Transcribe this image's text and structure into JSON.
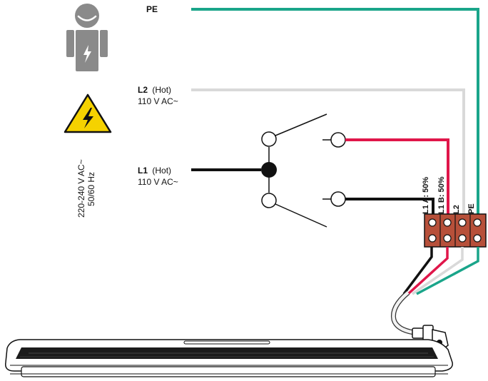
{
  "colors": {
    "pe_wire": "#1aa58a",
    "l2_wire": "#d9d9d9",
    "l1_wire": "#111111",
    "b_wire": "#e0164a",
    "terminal_block": "#b7503a",
    "warning_yellow": "#f5d200",
    "person_gray": "#8a8a8a"
  },
  "icons": [
    "electrician-person-icon",
    "high-voltage-warning-icon"
  ],
  "voltage_note": {
    "line1": "220-240 V AC~",
    "line2": "50/60 Hz"
  },
  "wires": {
    "pe": {
      "label": "PE"
    },
    "l2": {
      "label": "L2",
      "qualifier": "(Hot)",
      "voltage": "110 V AC~"
    },
    "l1": {
      "label": "L1",
      "qualifier": "(Hot)",
      "voltage": "110 V AC~"
    }
  },
  "terminals": [
    {
      "id": "l1-a",
      "label": "L1 A: 50%"
    },
    {
      "id": "l1-b",
      "label": "L1 B: 50%"
    },
    {
      "id": "l2",
      "label": "L2"
    },
    {
      "id": "pe",
      "label": "PE"
    }
  ]
}
